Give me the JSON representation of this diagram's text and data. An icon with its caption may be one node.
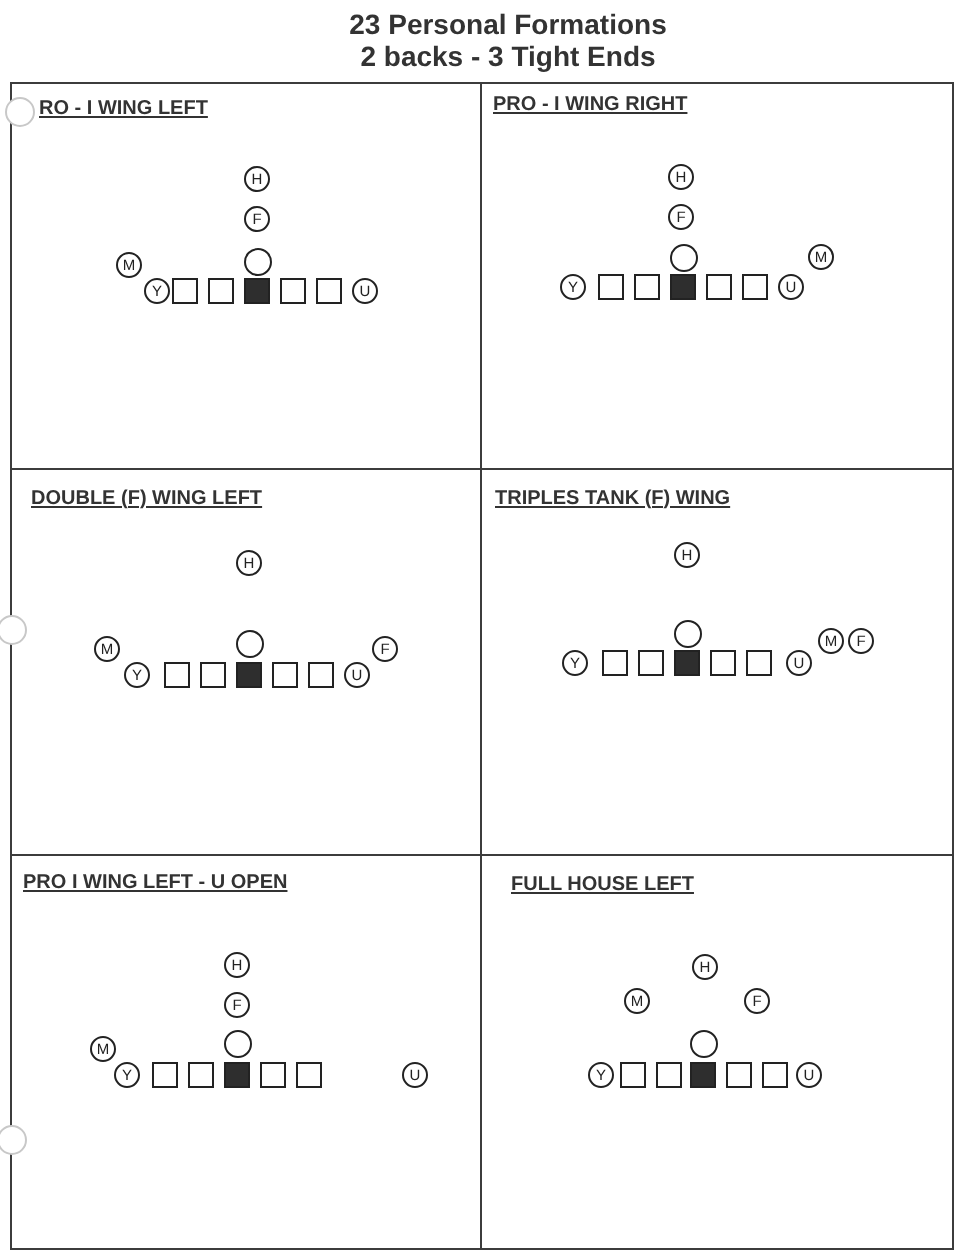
{
  "diagram": {
    "title": "23 Personal Formations 2 backs - 3 Tight Ends",
    "nodes": [
      {
        "text": [
          "RO - I WING LEFT"
        ]
      },
      {
        "text": [
          "H"
        ],
        "in": 0
      },
      {
        "text": [
          "F"
        ],
        "in": 0
      },
      {
        "text": [
          "M"
        ],
        "in": 0
      },
      {
        "text": [],
        "shape": "circle",
        "in": 0
      },
      {
        "text": [
          "Y"
        ],
        "in": 0
      },
      {
        "text": [],
        "shape": "box",
        "in": 0
      },
      {
        "text": [],
        "shape": "box",
        "in": 0
      },
      {
        "text": [],
        "shape": "box",
        "in": 0
      },
      {
        "text": [],
        "shape": "box",
        "in": 0
      },
      {
        "text": [],
        "shape": "box",
        "in": 0
      },
      {
        "text": [
          "U"
        ],
        "in": 0
      },
      {
        "text": [
          "PRO - I WING RIGHT"
        ]
      },
      {
        "text": [
          "H"
        ],
        "in": 12
      },
      {
        "text": [
          "F"
        ],
        "in": 12
      },
      {
        "text": [],
        "shape": "circle",
        "in": 12
      },
      {
        "text": [
          "M"
        ],
        "in": 12
      },
      {
        "text": [
          "Y"
        ],
        "in": 12
      },
      {
        "text": [],
        "shape": "box",
        "in": 12
      },
      {
        "text": [],
        "shape": "box",
        "in": 12
      },
      {
        "text": [],
        "shape": "box",
        "in": 12
      },
      {
        "text": [],
        "shape": "box",
        "in": 12
      },
      {
        "text": [],
        "shape": "box",
        "in": 12
      },
      {
        "text": [
          "U"
        ],
        "in": 12
      },
      {
        "text": [
          "DOUBLE (F) WING LEFT"
        ]
      },
      {
        "text": [
          "H"
        ],
        "in": 24
      },
      {
        "text": [
          "M"
        ],
        "in": 24
      },
      {
        "text": [],
        "shape": "circle",
        "in": 24
      },
      {
        "text": [
          "F"
        ],
        "in": 24
      },
      {
        "text": [
          "Y"
        ],
        "in": 24
      },
      {
        "text": [],
        "shape": "box",
        "in": 24
      },
      {
        "text": [],
        "shape": "box",
        "in": 24
      },
      {
        "text": [],
        "shape": "box",
        "in": 24
      },
      {
        "text": [],
        "shape": "box",
        "in": 24
      },
      {
        "text": [],
        "shape": "box",
        "in": 24
      },
      {
        "text": [
          "U"
        ],
        "in": 24
      },
      {
        "text": [
          "TRIPLES TANK (F) WING"
        ]
      },
      {
        "text": [
          "H"
        ],
        "in": 36
      },
      {
        "text": [],
        "shape": "circle",
        "in": 36
      },
      {
        "text": [
          "M"
        ],
        "in": 36
      },
      {
        "text": [
          "F"
        ],
        "in": 36
      },
      {
        "text": [
          "Y"
        ],
        "in": 36
      },
      {
        "text": [],
        "shape": "box",
        "in": 36
      },
      {
        "text": [],
        "shape": "box",
        "in": 36
      },
      {
        "text": [],
        "shape": "box",
        "in": 36
      },
      {
        "text": [],
        "shape": "box",
        "in": 36
      },
      {
        "text": [],
        "shape": "box",
        "in": 36
      },
      {
        "text": [
          "U"
        ],
        "in": 36
      },
      {
        "text": [
          "PRO I WING LEFT - U OPEN"
        ]
      },
      {
        "text": [
          "H"
        ],
        "in": 48
      },
      {
        "text": [
          "F"
        ],
        "in": 48
      },
      {
        "text": [
          "M"
        ],
        "in": 48
      },
      {
        "text": [],
        "shape": "circle",
        "in": 48
      },
      {
        "text": [
          "Y"
        ],
        "in": 48
      },
      {
        "text": [],
        "shape": "box",
        "in": 48
      },
      {
        "text": [],
        "shape": "box",
        "in": 48
      },
      {
        "text": [],
        "shape": "box",
        "in": 48
      },
      {
        "text": [],
        "shape": "box",
        "in": 48
      },
      {
        "text": [],
        "shape": "box",
        "in": 48
      },
      {
        "text": [
          "U"
        ],
        "in": 48
      },
      {
        "text": [
          "FULL HOUSE LEFT"
        ]
      },
      {
        "text": [
          "H"
        ],
        "in": 60
      },
      {
        "text": [
          "M"
        ],
        "in": 60
      },
      {
        "text": [
          "F"
        ],
        "in": 60
      },
      {
        "text": [],
        "shape": "circle",
        "in": 60
      },
      {
        "text": [
          "Y"
        ],
        "in": 60
      },
      {
        "text": [],
        "shape": "box",
        "in": 60
      },
      {
        "text": [],
        "shape": "box",
        "in": 60
      },
      {
        "text": [],
        "shape": "box",
        "in": 60
      },
      {
        "text": [],
        "shape": "box",
        "in": 60
      },
      {
        "text": [],
        "shape": "box",
        "in": 60
      },
      {
        "text": [
          "U"
        ],
        "in": 60
      }
    ]
  }
}
